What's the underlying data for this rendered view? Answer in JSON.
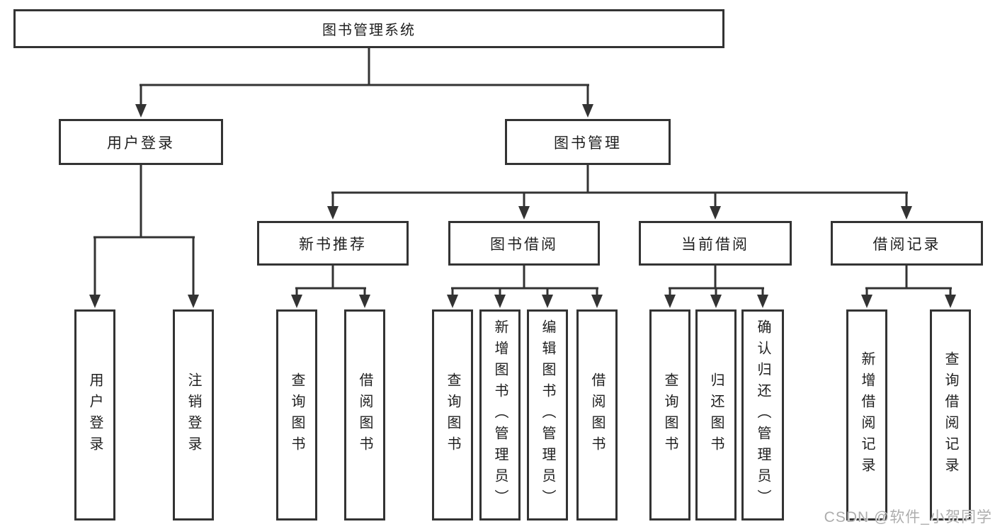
{
  "colors": {
    "line": "#333333",
    "text": "#1f1f1f",
    "box_background": "#ffffff",
    "page_background": "#ffffff",
    "watermark": "#adadad"
  },
  "nodes": {
    "root": {
      "label": "图书管理系统"
    },
    "level2": [
      {
        "id": "user-login",
        "label": "用户登录"
      },
      {
        "id": "book-management",
        "label": "图书管理"
      }
    ],
    "level3": [
      {
        "id": "new-book-recommend",
        "parent": "book-management",
        "label": "新书推荐"
      },
      {
        "id": "book-borrowing",
        "parent": "book-management",
        "label": "图书借阅"
      },
      {
        "id": "current-borrowing",
        "parent": "book-management",
        "label": "当前借阅"
      },
      {
        "id": "borrowing-records",
        "parent": "book-management",
        "label": "借阅记录"
      }
    ],
    "leaves": [
      {
        "parent": "user-login",
        "label": "用户登录"
      },
      {
        "parent": "user-login",
        "label": "注销登录"
      },
      {
        "parent": "new-book-recommend",
        "label": "查询图书"
      },
      {
        "parent": "new-book-recommend",
        "label": "借阅图书"
      },
      {
        "parent": "book-borrowing",
        "label": "查询图书"
      },
      {
        "parent": "book-borrowing",
        "label": "新增图书（管理员）"
      },
      {
        "parent": "book-borrowing",
        "label": "编辑图书（管理员）"
      },
      {
        "parent": "book-borrowing",
        "label": "借阅图书"
      },
      {
        "parent": "current-borrowing",
        "label": "查询图书"
      },
      {
        "parent": "current-borrowing",
        "label": "归还图书"
      },
      {
        "parent": "current-borrowing",
        "label": "确认归还（管理员）"
      },
      {
        "parent": "borrowing-records",
        "label": "新增借阅记录"
      },
      {
        "parent": "borrowing-records",
        "label": "查询借阅记录"
      }
    ]
  },
  "watermark": {
    "text": "CSDN @软件_小贺同学"
  }
}
